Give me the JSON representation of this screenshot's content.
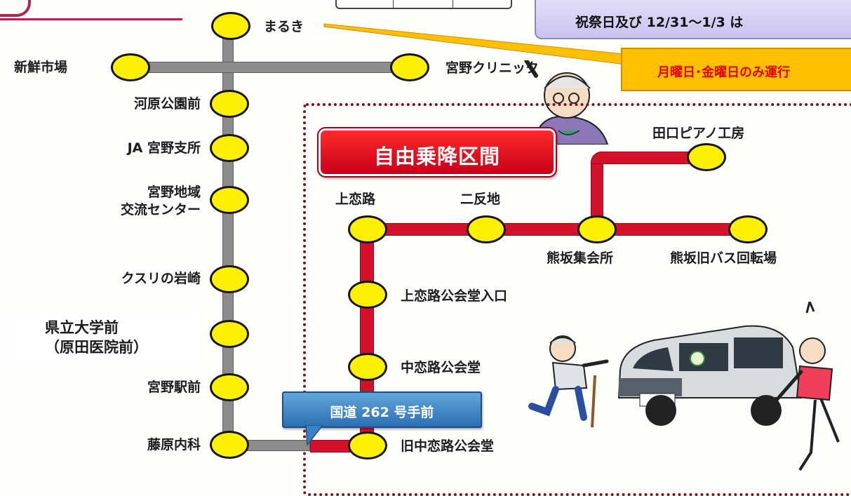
{
  "header": {
    "notice": "祝祭日及び 12/31〜1/3 は"
  },
  "callout": {
    "text": "月曜日･金曜日のみ運行"
  },
  "free_zone": {
    "label": "自由乗降区間"
  },
  "route_tag": {
    "label": "国道 262 号手前"
  },
  "main_line": {
    "top_stop": "まるき",
    "branch_left": "新鮮市場",
    "branch_right": "宮野クリニック",
    "stops": [
      "河原公園前",
      "JA 宮野支所",
      "宮野地域",
      "交流センター",
      "クスリの岩崎",
      "県立大学前",
      "（原田医院前）",
      "宮野駅前",
      "藤原内科"
    ]
  },
  "free_line": {
    "stops": [
      "上恋路",
      "二反地",
      "熊坂集会所",
      "熊坂旧バス回転場",
      "田口ピアノ工房",
      "上恋路公会堂入口",
      "中恋路公会堂",
      "旧中恋路公会堂"
    ]
  },
  "colors": {
    "stop_fill": "#ffef00",
    "gray_line": "#8c8c8c",
    "red_line": "#d4102a",
    "callout_bg": "#ffc000",
    "badge_bg": "#e60012",
    "tag_bg": "#3b82c4"
  }
}
